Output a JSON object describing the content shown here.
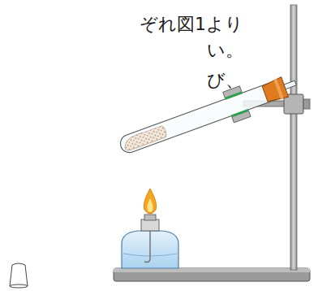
{
  "diagram": {
    "labels": [
      "ぞれ図1より",
      "い。",
      "び、"
    ]
  }
}
